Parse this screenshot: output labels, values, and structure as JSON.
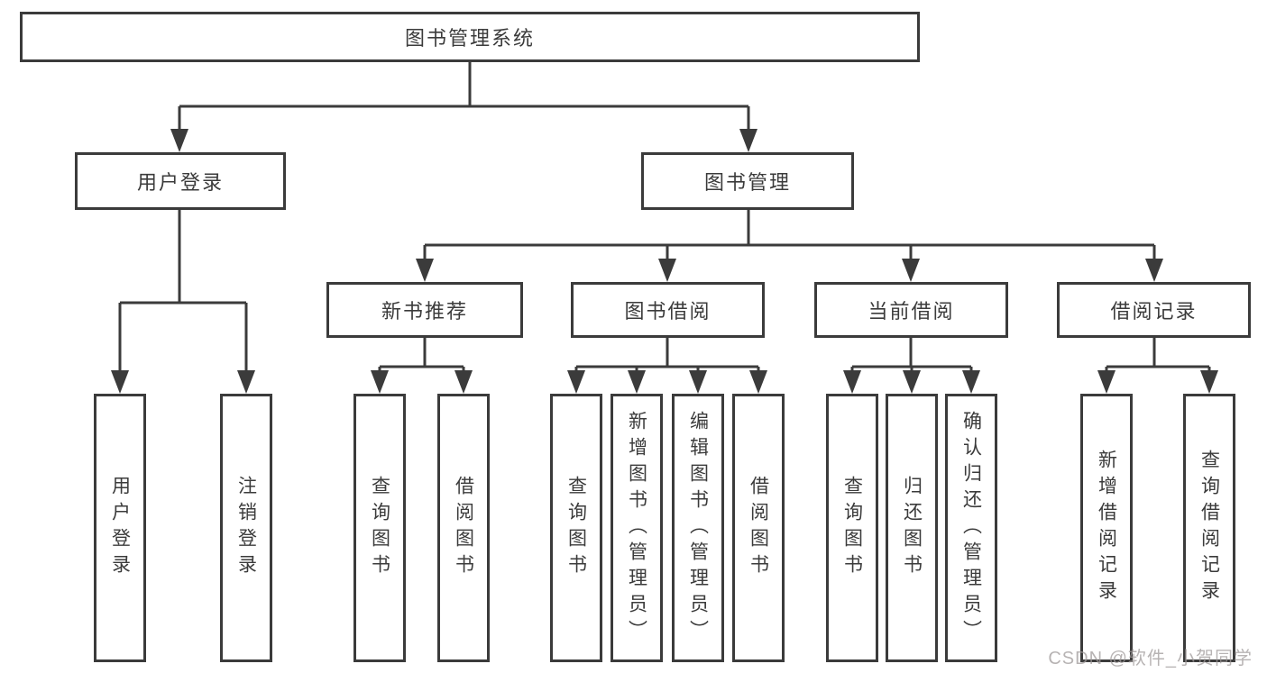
{
  "tree": {
    "root": {
      "label": "图书管理系统"
    },
    "user_login": {
      "label": "用户登录",
      "children": [
        {
          "label": "用户登录"
        },
        {
          "label": "注销登录"
        }
      ]
    },
    "book_management": {
      "label": "图书管理",
      "sections": [
        {
          "label": "新书推荐",
          "children": [
            {
              "label": "查询图书"
            },
            {
              "label": "借阅图书"
            }
          ]
        },
        {
          "label": "图书借阅",
          "children": [
            {
              "label": "查询图书"
            },
            {
              "label": "新增图书（管理员）"
            },
            {
              "label": "编辑图书（管理员）"
            },
            {
              "label": "借阅图书"
            }
          ]
        },
        {
          "label": "当前借阅",
          "children": [
            {
              "label": "查询图书"
            },
            {
              "label": "归还图书"
            },
            {
              "label": "确认归还（管理员）"
            }
          ]
        },
        {
          "label": "借阅记录",
          "children": [
            {
              "label": "新增借阅记录"
            },
            {
              "label": "查询借阅记录"
            }
          ]
        }
      ]
    }
  },
  "watermark": {
    "text": "CSDN @软件_小贺同学"
  },
  "colors": {
    "line": "#3b3b3b",
    "text": "#3b3b3b",
    "background": "#ffffff",
    "watermark": "#9f9a9a"
  }
}
